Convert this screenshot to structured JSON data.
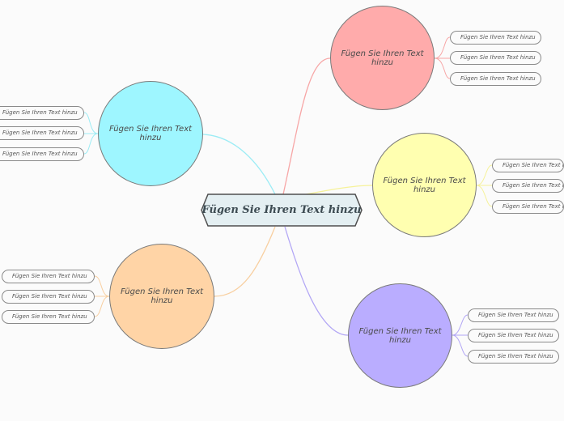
{
  "center": {
    "label": "Fügen Sie Ihren Text hinzu"
  },
  "topics": [
    {
      "label": "Fügen Sie Ihren Text hinzu",
      "color": "#ffabab",
      "line": "#f7a6a6",
      "leaves": [
        "Fügen Sie Ihren Text hinzu",
        "Fügen Sie Ihren Text hinzu",
        "Fügen Sie Ihren Text hinzu"
      ]
    },
    {
      "label": "Fügen Sie Ihren Text hinzu",
      "color": "#ffffb0",
      "line": "#f6f29a",
      "leaves": [
        "Fügen Sie Ihren Text hinzu",
        "Fügen Sie Ihren Text hinzu",
        "Fügen Sie Ihren Text hinzu"
      ]
    },
    {
      "label": "Fügen Sie Ihren Text hinzu",
      "color": "#baadff",
      "line": "#b2a6f5",
      "leaves": [
        "Fügen Sie Ihren Text hinzu",
        "Fügen Sie Ihren Text hinzu",
        "Fügen Sie Ihren Text hinzu"
      ]
    },
    {
      "label": "Fügen Sie Ihren Text hinzu",
      "color": "#9ef6ff",
      "line": "#9cecf5",
      "leaves": [
        "Fügen Sie Ihren Text hinzu",
        "Fügen Sie Ihren Text hinzu",
        "Fügen Sie Ihren Text hinzu"
      ]
    },
    {
      "label": "Fügen Sie Ihren Text hinzu",
      "color": "#ffd4a6",
      "line": "#f8cfa0",
      "leaves": [
        "Fügen Sie Ihren Text hinzu",
        "Fügen Sie Ihren Text hinzu",
        "Fügen Sie Ihren Text hinzu"
      ]
    }
  ]
}
